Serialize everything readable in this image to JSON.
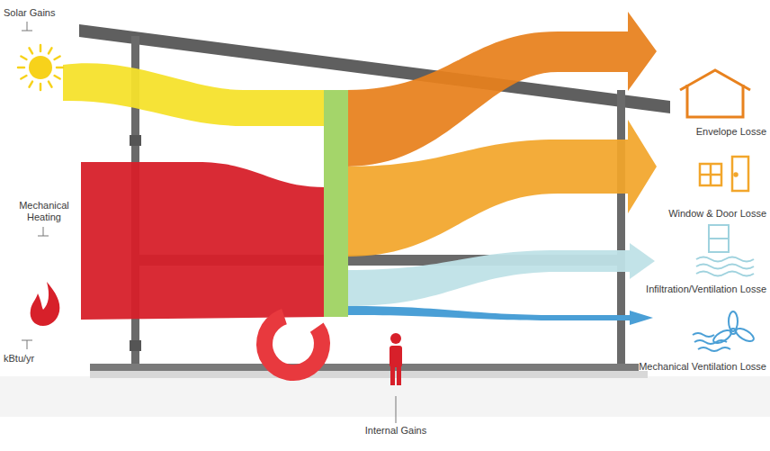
{
  "diagram": {
    "labels": [
      "Solar Gains",
      "Mechanical Heating",
      "kBtu/yr",
      "Internal Gains",
      "Envelope Losse",
      "Window & Door Losse",
      "Infiltration/Ventilation Losse",
      "Mechanical Ventilation Losse"
    ]
  }
}
